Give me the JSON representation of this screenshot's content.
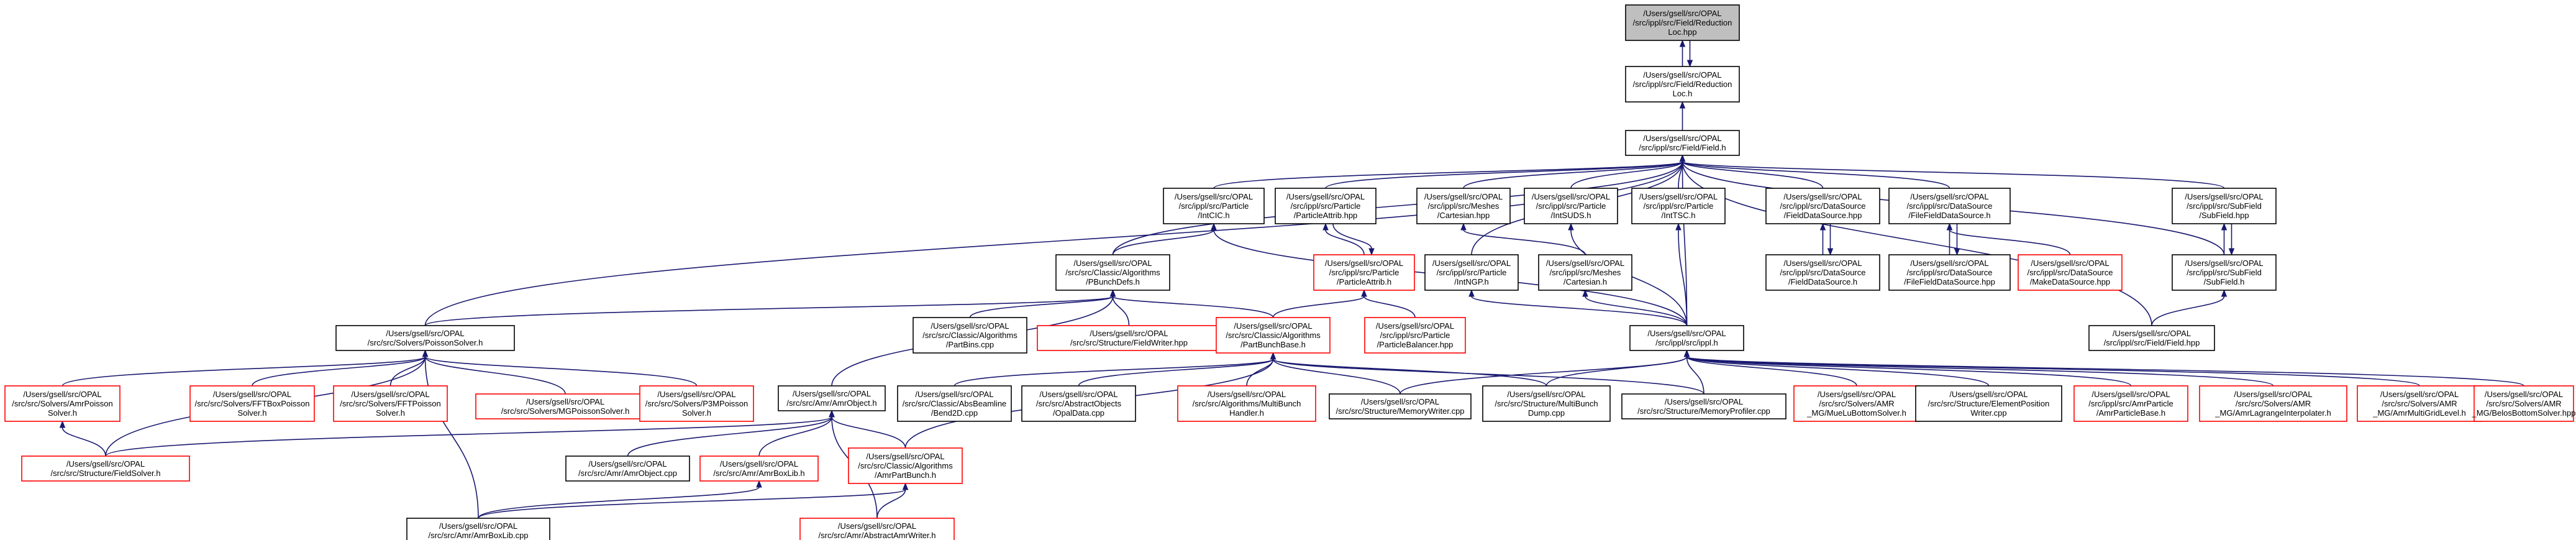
{
  "colors": {
    "edge": "#191970",
    "root_fill": "#bfbfbf",
    "normal_stroke": "#000000",
    "missing_stroke": "#ff0000",
    "node_fill": "#ffffff"
  },
  "nodes": [
    {
      "id": "root",
      "lines": [
        "/Users/gsell/src/OPAL",
        "/src/ippl/src/Field/Reduction",
        "Loc.hpp"
      ],
      "style": "root"
    },
    {
      "id": "rloch",
      "lines": [
        "/Users/gsell/src/OPAL",
        "/src/ippl/src/Field/Reduction",
        "Loc.h"
      ],
      "style": "normal"
    },
    {
      "id": "fieldh",
      "lines": [
        "/Users/gsell/src/OPAL",
        "/src/ippl/src/Field/Field.h"
      ],
      "style": "normal"
    },
    {
      "id": "intcic",
      "lines": [
        "/Users/gsell/src/OPAL",
        "/src/ippl/src/Particle",
        "/IntCIC.h"
      ],
      "style": "normal"
    },
    {
      "id": "pattrhpp",
      "lines": [
        "/Users/gsell/src/OPAL",
        "/src/ippl/src/Particle",
        "/ParticleAttrib.hpp"
      ],
      "style": "normal"
    },
    {
      "id": "meshcarthpp",
      "lines": [
        "/Users/gsell/src/OPAL",
        "/src/ippl/src/Meshes",
        "/Cartesian.hpp"
      ],
      "style": "normal"
    },
    {
      "id": "intsuds",
      "lines": [
        "/Users/gsell/src/OPAL",
        "/src/ippl/src/Particle",
        "/IntSUDS.h"
      ],
      "style": "normal"
    },
    {
      "id": "inttsc",
      "lines": [
        "/Users/gsell/src/OPAL",
        "/src/ippl/src/Particle",
        "/IntTSC.h"
      ],
      "style": "normal"
    },
    {
      "id": "fdshpp",
      "lines": [
        "/Users/gsell/src/OPAL",
        "/src/ippl/src/DataSource",
        "/FieldDataSource.hpp"
      ],
      "style": "normal"
    },
    {
      "id": "ffdsh",
      "lines": [
        "/Users/gsell/src/OPAL",
        "/src/ippl/src/DataSource",
        "/FileFieldDataSource.h"
      ],
      "style": "normal"
    },
    {
      "id": "subfhpp",
      "lines": [
        "/Users/gsell/src/OPAL",
        "/src/ippl/src/SubField",
        "/SubField.hpp"
      ],
      "style": "normal"
    },
    {
      "id": "pbunch",
      "lines": [
        "/Users/gsell/src/OPAL",
        "/src/src/Classic/Algorithms",
        "/PBunchDefs.h"
      ],
      "style": "normal"
    },
    {
      "id": "pattrh",
      "lines": [
        "/Users/gsell/src/OPAL",
        "/src/ippl/src/Particle",
        "/ParticleAttrib.h"
      ],
      "style": "missing"
    },
    {
      "id": "intngp",
      "lines": [
        "/Users/gsell/src/OPAL",
        "/src/ippl/src/Particle",
        "/IntNGP.h"
      ],
      "style": "normal"
    },
    {
      "id": "meshcarth",
      "lines": [
        "/Users/gsell/src/OPAL",
        "/src/ippl/src/Meshes",
        "/Cartesian.h"
      ],
      "style": "normal"
    },
    {
      "id": "fdsh",
      "lines": [
        "/Users/gsell/src/OPAL",
        "/src/ippl/src/DataSource",
        "/FieldDataSource.h"
      ],
      "style": "normal"
    },
    {
      "id": "ffdshpp",
      "lines": [
        "/Users/gsell/src/OPAL",
        "/src/ippl/src/DataSource",
        "/FileFieldDataSource.hpp"
      ],
      "style": "normal"
    },
    {
      "id": "mkdshpp",
      "lines": [
        "/Users/gsell/src/OPAL",
        "/src/ippl/src/DataSource",
        "/MakeDataSource.hpp"
      ],
      "style": "missing"
    },
    {
      "id": "subfh",
      "lines": [
        "/Users/gsell/src/OPAL",
        "/src/ippl/src/SubField",
        "/SubField.h"
      ],
      "style": "normal"
    },
    {
      "id": "poisson",
      "lines": [
        "/Users/gsell/src/OPAL",
        "/src/src/Solvers/PoissonSolver.h"
      ],
      "style": "normal"
    },
    {
      "id": "partbins",
      "lines": [
        "/Users/gsell/src/OPAL",
        "/src/src/Classic/Algorithms",
        "/PartBins.cpp"
      ],
      "style": "normal"
    },
    {
      "id": "fieldwriter",
      "lines": [
        "/Users/gsell/src/OPAL",
        "/src/src/Structure/FieldWriter.hpp"
      ],
      "style": "missing"
    },
    {
      "id": "partbunchbase",
      "lines": [
        "/Users/gsell/src/OPAL",
        "/src/src/Classic/Algorithms",
        "/PartBunchBase.h"
      ],
      "style": "missing"
    },
    {
      "id": "pbalancer",
      "lines": [
        "/Users/gsell/src/OPAL",
        "/src/ippl/src/Particle",
        "/ParticleBalancer.hpp"
      ],
      "style": "missing"
    },
    {
      "id": "ipplh",
      "lines": [
        "/Users/gsell/src/OPAL",
        "/src/ippl/src/ippl.h"
      ],
      "style": "normal"
    },
    {
      "id": "fieldhpp",
      "lines": [
        "/Users/gsell/src/OPAL",
        "/src/ippl/src/Field/Field.hpp"
      ],
      "style": "normal"
    },
    {
      "id": "amrpoisson",
      "lines": [
        "/Users/gsell/src/OPAL",
        "/src/src/Solvers/AmrPoisson",
        "Solver.h"
      ],
      "style": "missing"
    },
    {
      "id": "fftbox",
      "lines": [
        "/Users/gsell/src/OPAL",
        "/src/src/Solvers/FFTBoxPoisson",
        "Solver.h"
      ],
      "style": "missing"
    },
    {
      "id": "fftpoisson",
      "lines": [
        "/Users/gsell/src/OPAL",
        "/src/src/Solvers/FFTPoisson",
        "Solver.h"
      ],
      "style": "missing"
    },
    {
      "id": "mgpoisson",
      "lines": [
        "/Users/gsell/src/OPAL",
        "/src/src/Solvers/MGPoissonSolver.h"
      ],
      "style": "missing"
    },
    {
      "id": "p3m",
      "lines": [
        "/Users/gsell/src/OPAL",
        "/src/src/Solvers/P3MPoisson",
        "Solver.h"
      ],
      "style": "missing"
    },
    {
      "id": "amrobject",
      "lines": [
        "/Users/gsell/src/OPAL",
        "/src/src/Amr/AmrObject.h"
      ],
      "style": "normal"
    },
    {
      "id": "absbeam",
      "lines": [
        "/Users/gsell/src/OPAL",
        "/src/src/Classic/AbsBeamline",
        "/Bend2D.cpp"
      ],
      "style": "normal"
    },
    {
      "id": "opaldata",
      "lines": [
        "/Users/gsell/src/OPAL",
        "/src/src/AbstractObjects",
        "/OpalData.cpp"
      ],
      "style": "normal"
    },
    {
      "id": "multibunchh",
      "lines": [
        "/Users/gsell/src/OPAL",
        "/src/src/Algorithms/MultiBunch",
        "Handler.h"
      ],
      "style": "missing"
    },
    {
      "id": "memwriter",
      "lines": [
        "/Users/gsell/src/OPAL",
        "/src/src/Structure/MemoryWriter.cpp"
      ],
      "style": "normal"
    },
    {
      "id": "multibunchdump",
      "lines": [
        "/Users/gsell/src/OPAL",
        "/src/src/Structure/MultiBunch",
        "Dump.cpp"
      ],
      "style": "normal"
    },
    {
      "id": "memprof",
      "lines": [
        "/Users/gsell/src/OPAL",
        "/src/src/Structure/MemoryProfiler.cpp"
      ],
      "style": "normal"
    },
    {
      "id": "mueluh",
      "lines": [
        "/Users/gsell/src/OPAL",
        "/src/src/Solvers/AMR",
        "_MG/MueLuBottomSolver.h"
      ],
      "style": "missing"
    },
    {
      "id": "elemposwriter",
      "lines": [
        "/Users/gsell/src/OPAL",
        "/src/src/Structure/ElementPosition",
        "Writer.cpp"
      ],
      "style": "normal"
    },
    {
      "id": "amrpartbase",
      "lines": [
        "/Users/gsell/src/OPAL",
        "/src/ippl/src/AmrParticle",
        "/AmrParticleBase.h"
      ],
      "style": "missing"
    },
    {
      "id": "amrlagrange",
      "lines": [
        "/Users/gsell/src/OPAL",
        "/src/src/Solvers/AMR",
        "_MG/AmrLagrangeInterpolater.h"
      ],
      "style": "missing"
    },
    {
      "id": "amrmultigrid",
      "lines": [
        "/Users/gsell/src/OPAL",
        "/src/src/Solvers/AMR",
        "_MG/AmrMultiGridLevel.h"
      ],
      "style": "missing"
    },
    {
      "id": "belos",
      "lines": [
        "/Users/gsell/src/OPAL",
        "/src/src/Solvers/AMR",
        "_MG/BelosBottomSolver.hpp"
      ],
      "style": "missing"
    },
    {
      "id": "fieldsolver",
      "lines": [
        "/Users/gsell/src/OPAL",
        "/src/src/Structure/FieldSolver.h"
      ],
      "style": "missing"
    },
    {
      "id": "amrobjectcpp",
      "lines": [
        "/Users/gsell/src/OPAL",
        "/src/src/Amr/AmrObject.cpp"
      ],
      "style": "normal"
    },
    {
      "id": "amrboxlibh",
      "lines": [
        "/Users/gsell/src/OPAL",
        "/src/src/Amr/AmrBoxLib.h"
      ],
      "style": "missing"
    },
    {
      "id": "amrpartbunch",
      "lines": [
        "/Users/gsell/src/OPAL",
        "/src/src/Classic/Algorithms",
        "/AmrPartBunch.h"
      ],
      "style": "missing"
    },
    {
      "id": "amrboxlibcpp",
      "lines": [
        "/Users/gsell/src/OPAL",
        "/src/src/Amr/AmrBoxLib.cpp"
      ],
      "style": "normal"
    },
    {
      "id": "abstractamrwriter",
      "lines": [
        "/Users/gsell/src/OPAL",
        "/src/src/Amr/AbstractAmrWriter.h"
      ],
      "style": "missing"
    }
  ],
  "edges": [
    [
      "root",
      "rloch"
    ],
    [
      "rloch",
      "root"
    ],
    [
      "rloch",
      "fieldh"
    ],
    [
      "fieldh",
      "intcic"
    ],
    [
      "fieldh",
      "pattrhpp"
    ],
    [
      "fieldh",
      "meshcarthpp"
    ],
    [
      "fieldh",
      "intsuds"
    ],
    [
      "fieldh",
      "inttsc"
    ],
    [
      "fieldh",
      "fdshpp"
    ],
    [
      "fieldh",
      "ffdsh"
    ],
    [
      "fieldh",
      "subfhpp"
    ],
    [
      "fieldh",
      "pbunch"
    ],
    [
      "fieldh",
      "intngp"
    ],
    [
      "fieldh",
      "subfh"
    ],
    [
      "fieldh",
      "poisson"
    ],
    [
      "fieldh",
      "ipplh"
    ],
    [
      "fieldh",
      "fieldhpp"
    ],
    [
      "intcic",
      "pbunch"
    ],
    [
      "intcic",
      "ipplh"
    ],
    [
      "pattrhpp",
      "pattrh"
    ],
    [
      "pattrh",
      "pattrhpp"
    ],
    [
      "meshcarthpp",
      "meshcarth"
    ],
    [
      "meshcarth",
      "ipplh"
    ],
    [
      "intsuds",
      "ipplh"
    ],
    [
      "inttsc",
      "ipplh"
    ],
    [
      "fdshpp",
      "fdsh"
    ],
    [
      "fdsh",
      "fdshpp"
    ],
    [
      "ffdsh",
      "ffdshpp"
    ],
    [
      "ffdshpp",
      "ffdsh"
    ],
    [
      "ffdsh",
      "mkdshpp"
    ],
    [
      "subfhpp",
      "subfh"
    ],
    [
      "subfh",
      "subfhpp"
    ],
    [
      "subfh",
      "fieldhpp"
    ],
    [
      "pbunch",
      "poisson"
    ],
    [
      "pbunch",
      "partbins"
    ],
    [
      "pbunch",
      "fieldwriter"
    ],
    [
      "pbunch",
      "partbunchbase"
    ],
    [
      "pbunch",
      "amrobject"
    ],
    [
      "pattrh",
      "partbunchbase"
    ],
    [
      "pattrh",
      "pbalancer"
    ],
    [
      "intngp",
      "ipplh"
    ],
    [
      "poisson",
      "amrpoisson"
    ],
    [
      "poisson",
      "fftbox"
    ],
    [
      "poisson",
      "fftpoisson"
    ],
    [
      "poisson",
      "mgpoisson"
    ],
    [
      "poisson",
      "p3m"
    ],
    [
      "poisson",
      "fieldsolver"
    ],
    [
      "poisson",
      "amrboxlibcpp"
    ],
    [
      "amrpoisson",
      "fieldsolver"
    ],
    [
      "partbunchbase",
      "absbeam"
    ],
    [
      "partbunchbase",
      "opaldata"
    ],
    [
      "partbunchbase",
      "multibunchh"
    ],
    [
      "partbunchbase",
      "memwriter"
    ],
    [
      "partbunchbase",
      "multibunchdump"
    ],
    [
      "partbunchbase",
      "memprof"
    ],
    [
      "partbunchbase",
      "amrpartbunch"
    ],
    [
      "ipplh",
      "memwriter"
    ],
    [
      "ipplh",
      "multibunchdump"
    ],
    [
      "ipplh",
      "memprof"
    ],
    [
      "ipplh",
      "mueluh"
    ],
    [
      "ipplh",
      "elemposwriter"
    ],
    [
      "ipplh",
      "amrpartbase"
    ],
    [
      "ipplh",
      "amrlagrange"
    ],
    [
      "ipplh",
      "amrmultigrid"
    ],
    [
      "ipplh",
      "belos"
    ],
    [
      "amrobject",
      "fieldsolver"
    ],
    [
      "amrobject",
      "amrobjectcpp"
    ],
    [
      "amrobject",
      "amrboxlibh"
    ],
    [
      "amrobject",
      "amrpartbunch"
    ],
    [
      "amrobject",
      "abstractamrwriter"
    ],
    [
      "amrboxlibh",
      "amrboxlibcpp"
    ],
    [
      "amrpartbunch",
      "amrboxlibcpp"
    ],
    [
      "amrpartbunch",
      "abstractamrwriter"
    ]
  ]
}
